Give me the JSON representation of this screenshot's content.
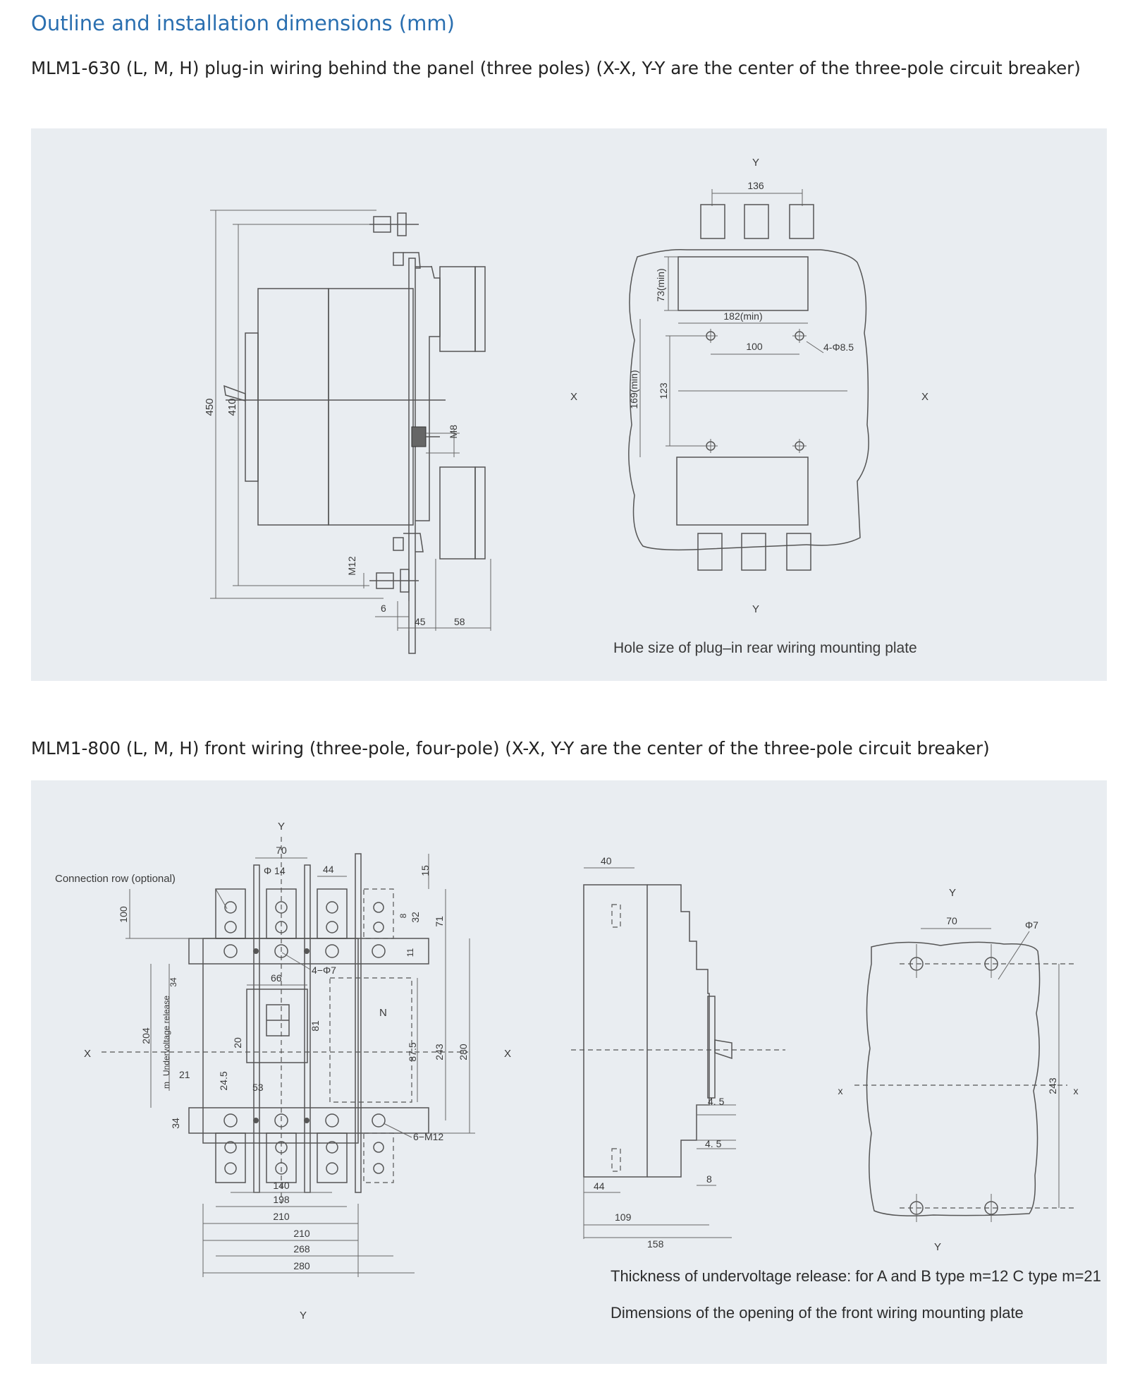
{
  "page": {
    "title": "Outline and installation dimensions (mm)",
    "section1_title": "MLM1-630 (L, M, H) plug-in wiring behind the panel (three poles) (X-X, Y-Y are the center of the three-pole circuit breaker)",
    "section2_title": "MLM1-800 (L, M, H) front wiring (three-pole, four-pole) (X-X, Y-Y are the center of the three-pole circuit breaker)"
  },
  "diagram1": {
    "side": {
      "d450": "450",
      "d410": "410",
      "m8": "M8",
      "m12": "M12",
      "d6": "6",
      "d45": "45",
      "d58": "58"
    },
    "plate": {
      "y_top": "Y",
      "y_bottom": "Y",
      "x_left": "X",
      "x_right": "X",
      "d136": "136",
      "d73min": "73(min)",
      "d182min": "182(min)",
      "d100": "100",
      "holes": "4-Φ8.5",
      "d169min": "169(min)",
      "d123": "123",
      "caption": "Hole size of plug–in rear wiring mounting plate"
    }
  },
  "diagram2": {
    "front": {
      "y_top": "Y",
      "y_bottom": "Y",
      "x_left": "X",
      "x_right": "X",
      "conn_row": "Connection row (optional)",
      "d70": "70",
      "phi14": "Φ 14",
      "d44": "44",
      "d15": "15",
      "d100": "100",
      "d8": "8",
      "d32": "32",
      "d71": "71",
      "holes_top": "4−Φ7",
      "d34a": "34",
      "uv_release": "Undervoltage release",
      "d11": "11",
      "d66": "66",
      "n": "N",
      "d204": "204",
      "d20": "20",
      "d81": "81",
      "d87_5": "87.5",
      "d243": "243",
      "d280v": "280",
      "d24_5": "24.5",
      "m_label": "m",
      "d21": "21",
      "d53": "53",
      "d34b": "34",
      "m12": "6−M12",
      "d140": "140",
      "d198": "198",
      "d210a": "210",
      "d210b": "210",
      "d268": "268",
      "d280h": "280"
    },
    "side": {
      "d40": "40",
      "d4_5a": "4. 5",
      "d4_5b": "4. 5",
      "d8": "8",
      "d44": "44",
      "d109": "109",
      "d158": "158"
    },
    "plate": {
      "y_top": "Y",
      "y_bottom": "Y",
      "x_left": "x",
      "x_right": "x",
      "d70": "70",
      "phi7": "Φ7",
      "d243": "243"
    },
    "notes": {
      "note1": "Thickness of undervoltage release: for A and B type m=12 C type m=21",
      "note2": "Dimensions of the opening of the front wiring mounting plate"
    }
  }
}
